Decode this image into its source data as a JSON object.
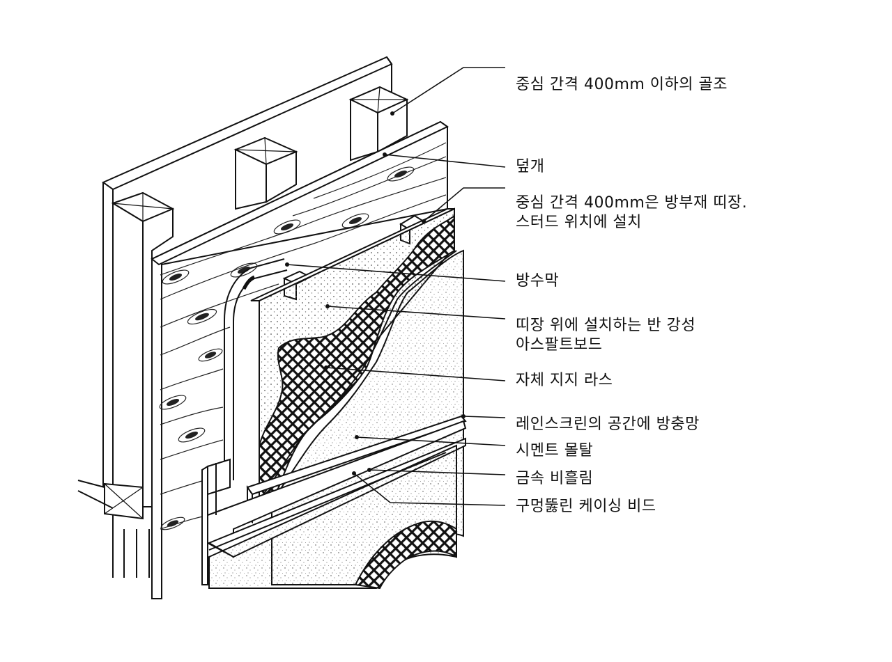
{
  "diagram": {
    "labels": [
      {
        "id": "frame",
        "lines": [
          "중심 간격 400mm 이하의 골조"
        ]
      },
      {
        "id": "sheathing",
        "lines": [
          "덮개"
        ]
      },
      {
        "id": "furring",
        "lines": [
          "중심 간격 400mm은 방부재 띠장.",
          "스터드 위치에 설치"
        ]
      },
      {
        "id": "waterproof",
        "lines": [
          "방수막"
        ]
      },
      {
        "id": "board",
        "lines": [
          "띠장 위에 설치하는 반 강성",
          "아스팔트보드"
        ]
      },
      {
        "id": "lath",
        "lines": [
          "자체 지지 라스"
        ]
      },
      {
        "id": "insect",
        "lines": [
          "레인스크린의 공간에 방충망"
        ]
      },
      {
        "id": "mortar",
        "lines": [
          "시멘트 몰탈"
        ]
      },
      {
        "id": "flashing",
        "lines": [
          "금속 비흘림"
        ]
      },
      {
        "id": "bead",
        "lines": [
          "구멍뚫린 케이싱 비드"
        ]
      }
    ]
  }
}
